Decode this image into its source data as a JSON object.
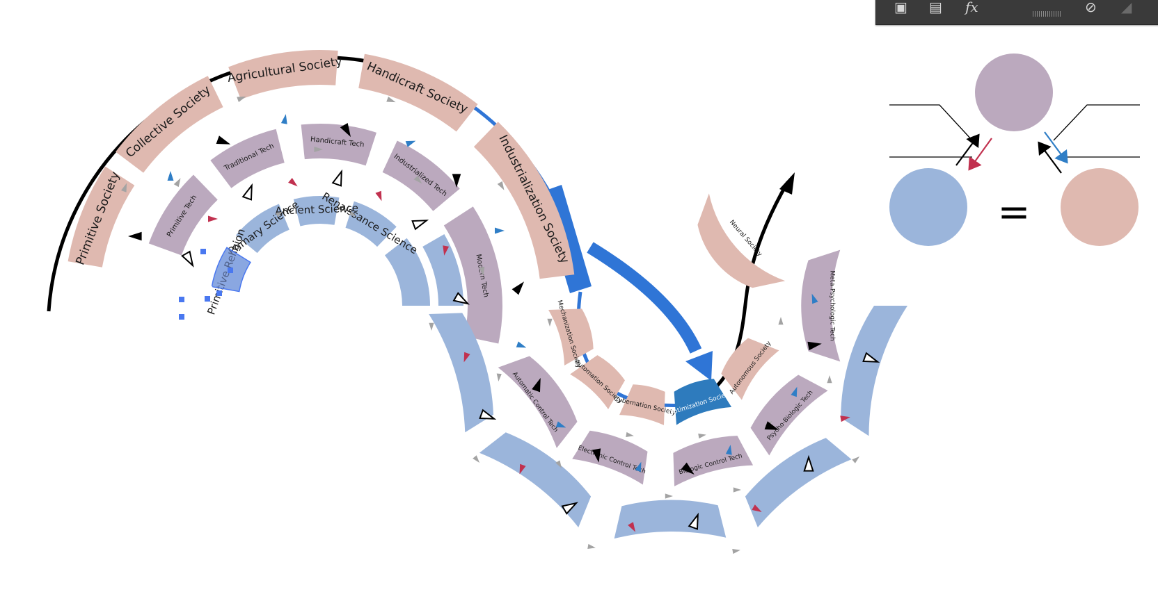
{
  "colors": {
    "society": "#dfb9b0",
    "tech": "#bba9be",
    "science": "#9bb5db",
    "optimization": "#2e7bbd",
    "arrow_blue": "#2f75d6",
    "arrow_black": "#000000",
    "tri_grey": "#a3a3a3",
    "tri_blue": "#2f7ec6",
    "tri_red": "#c1314f",
    "selection": "#4a78f0"
  },
  "toolbar": {
    "icons": [
      "square-icon",
      "layers-icon",
      "fx-icon",
      "grip-icon",
      "globe-icon",
      "panel-icon"
    ],
    "fx_label": "fx"
  },
  "diagram": {
    "outer_ring": [
      "Primitive Society",
      "Collective Society",
      "Agricultural Society",
      "Handicraft Society",
      "Industrialization Society"
    ],
    "middle_ring": [
      "Primitive Tech",
      "Traditional Tech",
      "Handicraft Tech",
      "Industrialized Tech",
      "Modern Tech"
    ],
    "inner_ring": [
      "Primitive Religion",
      "Primary Science",
      "Ancient Science",
      "Renaissance Science"
    ],
    "lower_society": [
      "Mechanization Society",
      "Automation Society",
      "Cybernation Society",
      "Optimization Society",
      "Autonomous Society",
      "Neural Society"
    ],
    "lower_tech": [
      "Automatic Control Tech",
      "Electronic Control Tech",
      "Biologic Control Tech",
      "Psycho-Biologic Tech",
      "Meta-Psychologic Tech"
    ],
    "selected": "Primitive Religion"
  },
  "legend": {
    "equals": "="
  }
}
